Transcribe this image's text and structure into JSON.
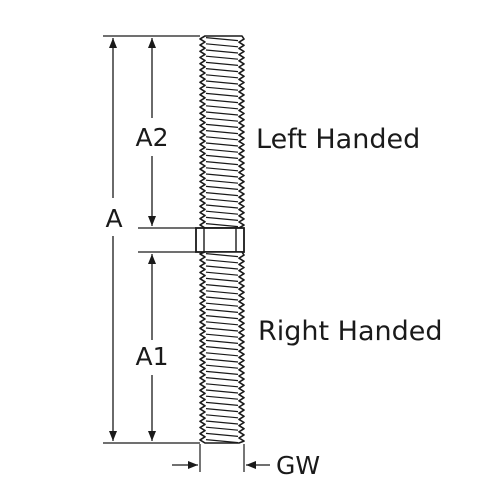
{
  "labels": {
    "A": "A",
    "A2": "A2",
    "A1": "A1",
    "left_handed": "Left Handed",
    "right_handed": "Right Handed",
    "GW": "GW"
  },
  "colors": {
    "stroke": "#1a1a1a",
    "background": "#ffffff"
  }
}
